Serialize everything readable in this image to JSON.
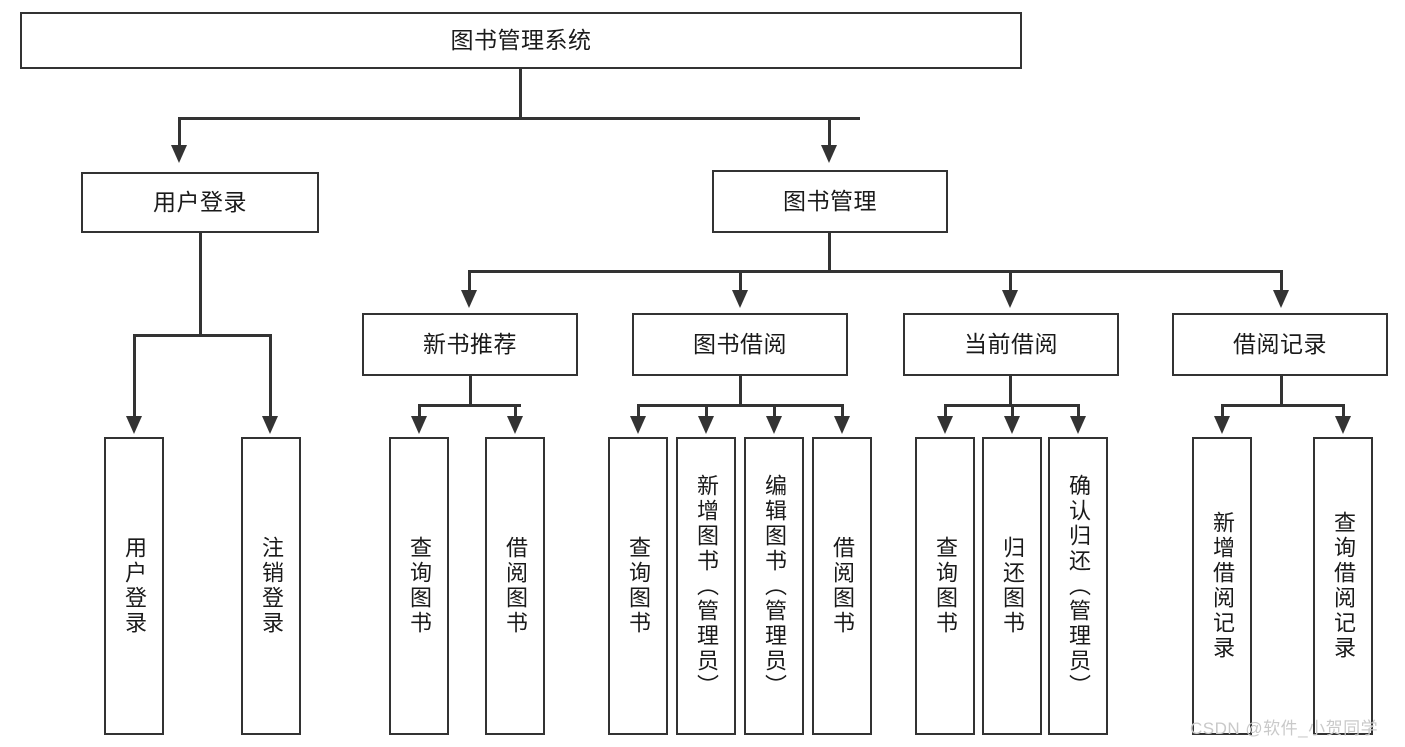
{
  "diagram": {
    "title": "图书管理系统",
    "type": "hierarchy-tree",
    "root": {
      "label": "图书管理系统"
    },
    "level1": [
      {
        "label": "用户登录"
      },
      {
        "label": "图书管理"
      }
    ],
    "level2": [
      {
        "label": "新书推荐"
      },
      {
        "label": "图书借阅"
      },
      {
        "label": "当前借阅"
      },
      {
        "label": "借阅记录"
      }
    ],
    "leaves": {
      "user_login": [
        {
          "label": "用户登录"
        },
        {
          "label": "注销登录"
        }
      ],
      "new_book_recommend": [
        {
          "label": "查询图书"
        },
        {
          "label": "借阅图书"
        }
      ],
      "book_borrow": [
        {
          "label": "查询图书"
        },
        {
          "label": "新增图书（管理员）"
        },
        {
          "label": "编辑图书（管理员）"
        },
        {
          "label": "借阅图书"
        }
      ],
      "current_borrow": [
        {
          "label": "查询图书"
        },
        {
          "label": "归还图书"
        },
        {
          "label": "确认归还（管理员）"
        }
      ],
      "borrow_record": [
        {
          "label": "新增借阅记录"
        },
        {
          "label": "查询借阅记录"
        }
      ]
    }
  },
  "watermark": {
    "text": "CSDN @软件_小贺同学"
  },
  "colors": {
    "stroke": "#333333",
    "fill": "#ffffff",
    "text": "#1a1a1a",
    "watermark": "#c9c9c9"
  }
}
